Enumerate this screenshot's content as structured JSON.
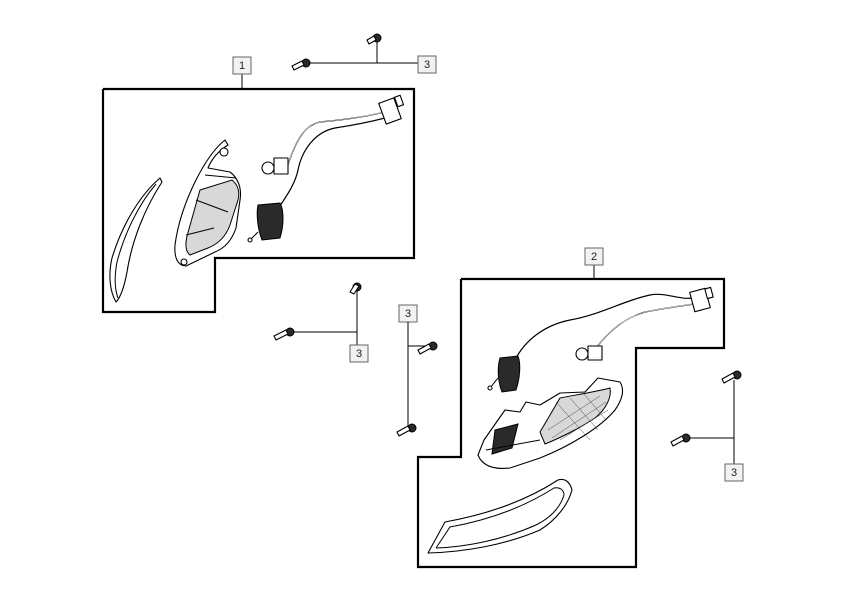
{
  "callouts": {
    "part1": "1",
    "part2": "2",
    "screw_a": "3",
    "screw_b": "3",
    "screw_c": "3",
    "screw_d": "3"
  },
  "colors": {
    "frame": "#000000",
    "callout_fill": "#f2f2f2",
    "callout_border": "#666666",
    "background": "#ffffff"
  },
  "icons": [
    "screw-icon",
    "headlight-assembly-icon",
    "turn-signal-lamp-icon",
    "wiring-harness-icon",
    "connector-icon",
    "bulb-icon",
    "lens-cover-icon"
  ]
}
